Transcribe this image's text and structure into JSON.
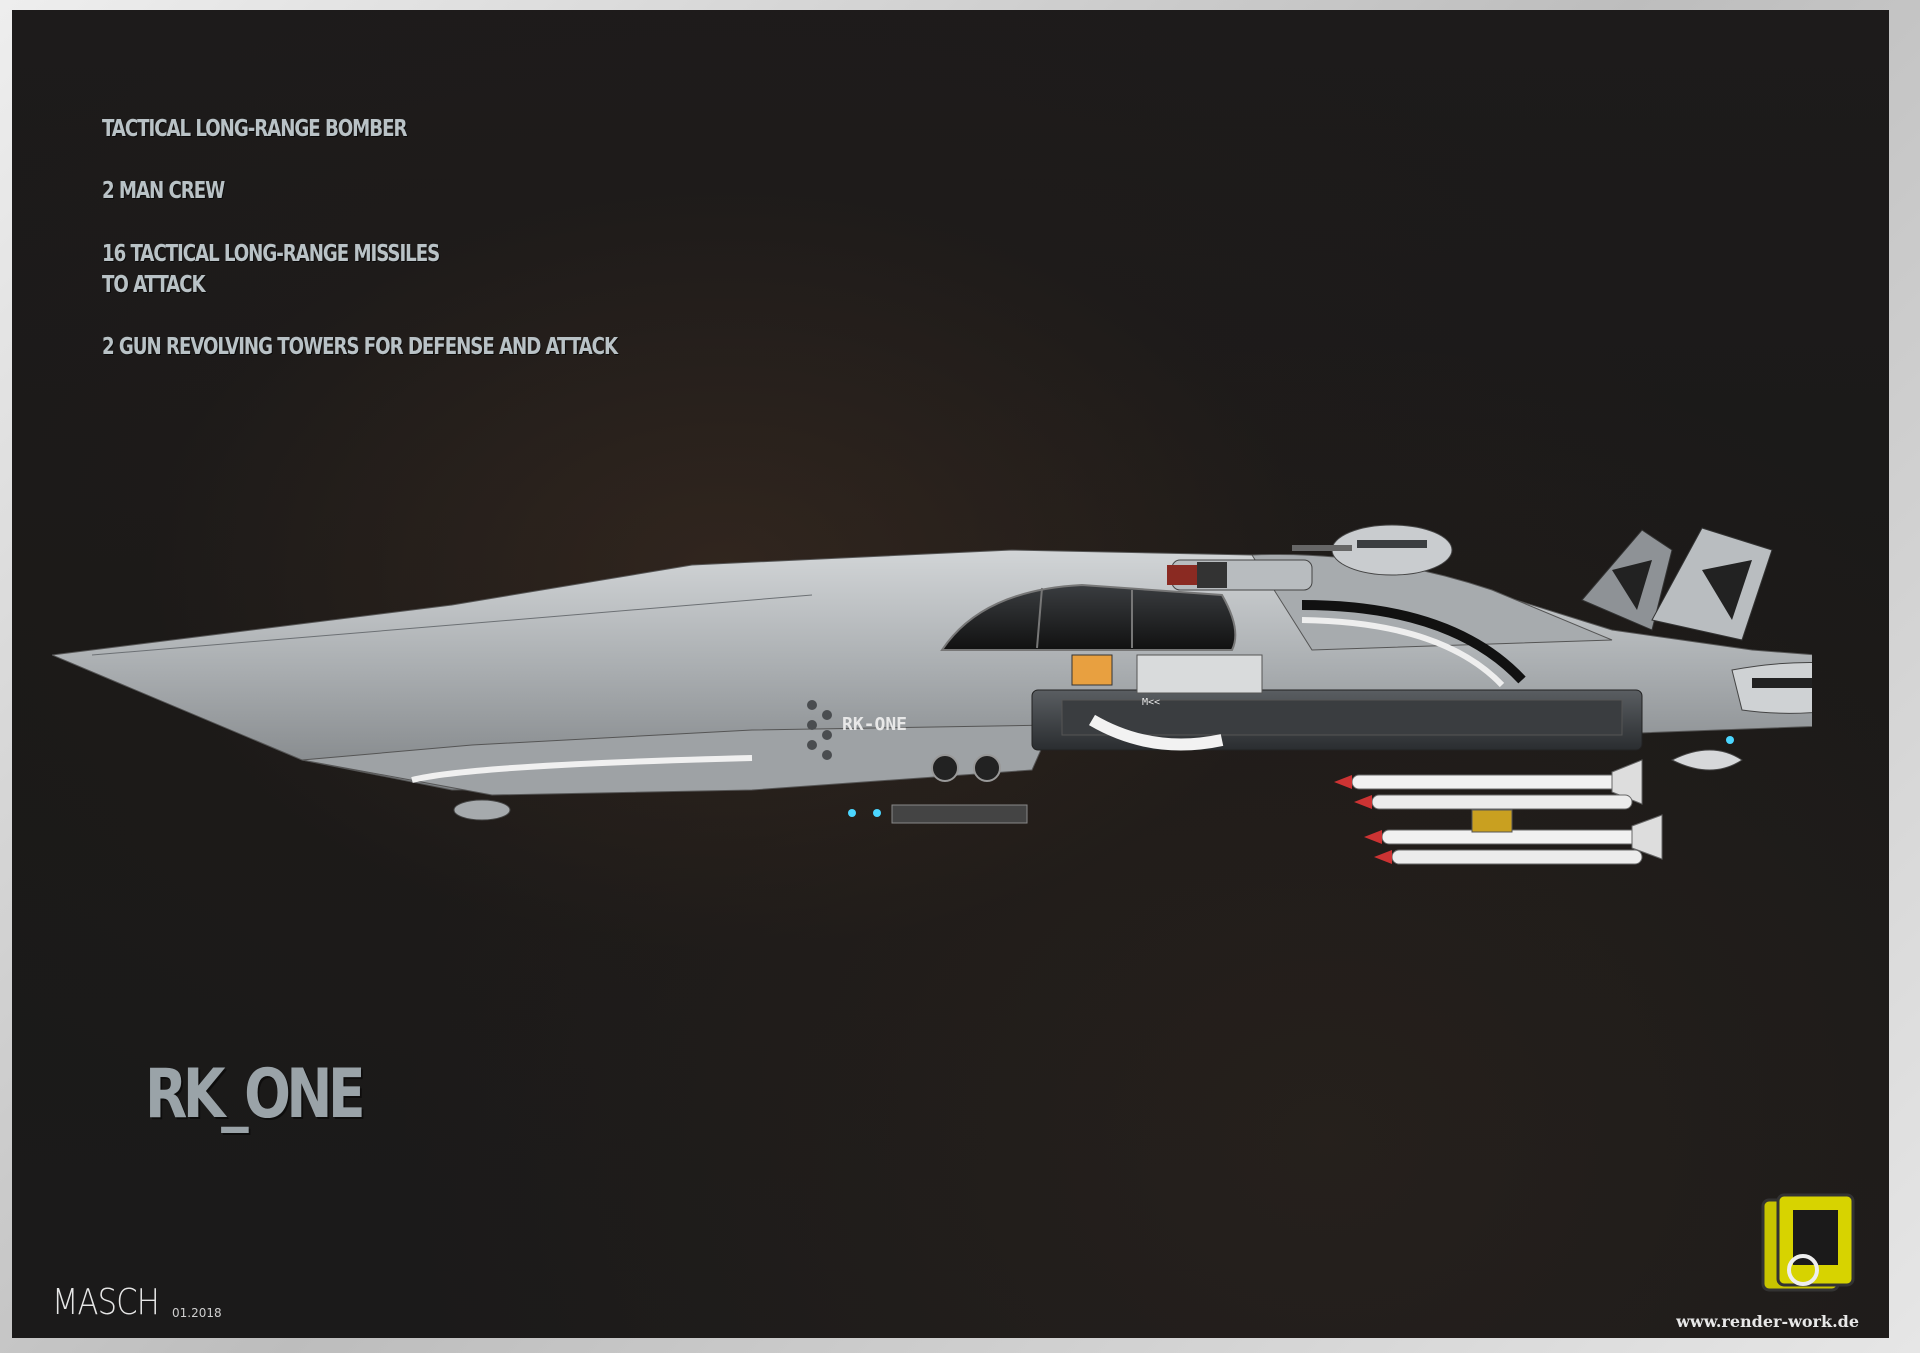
{
  "specs": {
    "role": "Tactical long-range bomber",
    "crew": "2 man crew",
    "missiles": "16 tactical long-range missiles\nto attack",
    "guns": "2 gun revolving towers for defense and attack"
  },
  "model_name": "RK_ONE",
  "hull_marking": "RK-ONE",
  "hull_code": "M<<",
  "signature": "MASCH",
  "date": "01.2018",
  "website": "www.render-work.de",
  "colors": {
    "background": "#1b1a1a",
    "text": "#b9c2c6",
    "hull": "#b5b8ba",
    "logo": "#c8c400"
  }
}
